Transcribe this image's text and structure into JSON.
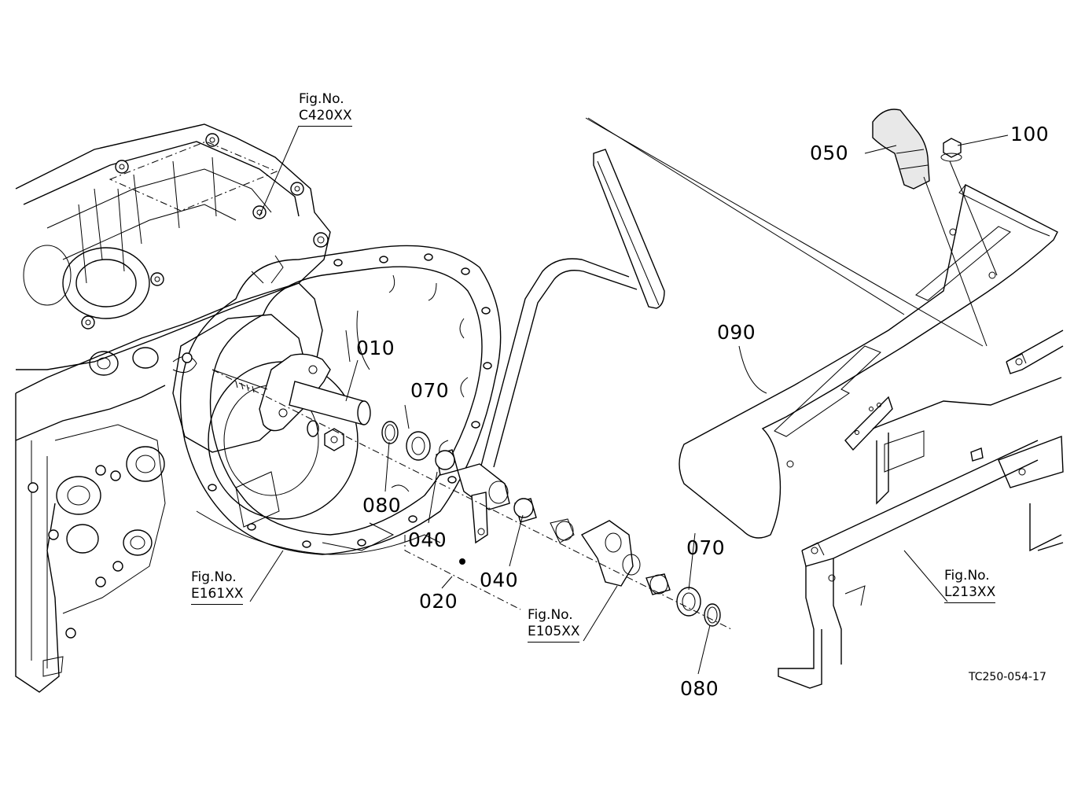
{
  "parts": {
    "p010": "010",
    "p020": "020",
    "p040a": "040",
    "p040b": "040",
    "p050": "050",
    "p070a": "070",
    "p070b": "070",
    "p080a": "080",
    "p080b": "080",
    "p090": "090",
    "p100": "100"
  },
  "figure_refs": {
    "c420": {
      "label": "Fig.No.",
      "number": "C420XX"
    },
    "e161": {
      "label": "Fig.No.",
      "number": "E161XX"
    },
    "e105": {
      "label": "Fig.No.",
      "number": "E105XX"
    },
    "l213": {
      "label": "Fig.No.",
      "number": "L213XX"
    }
  },
  "drawing_code": "TC250-054-17"
}
